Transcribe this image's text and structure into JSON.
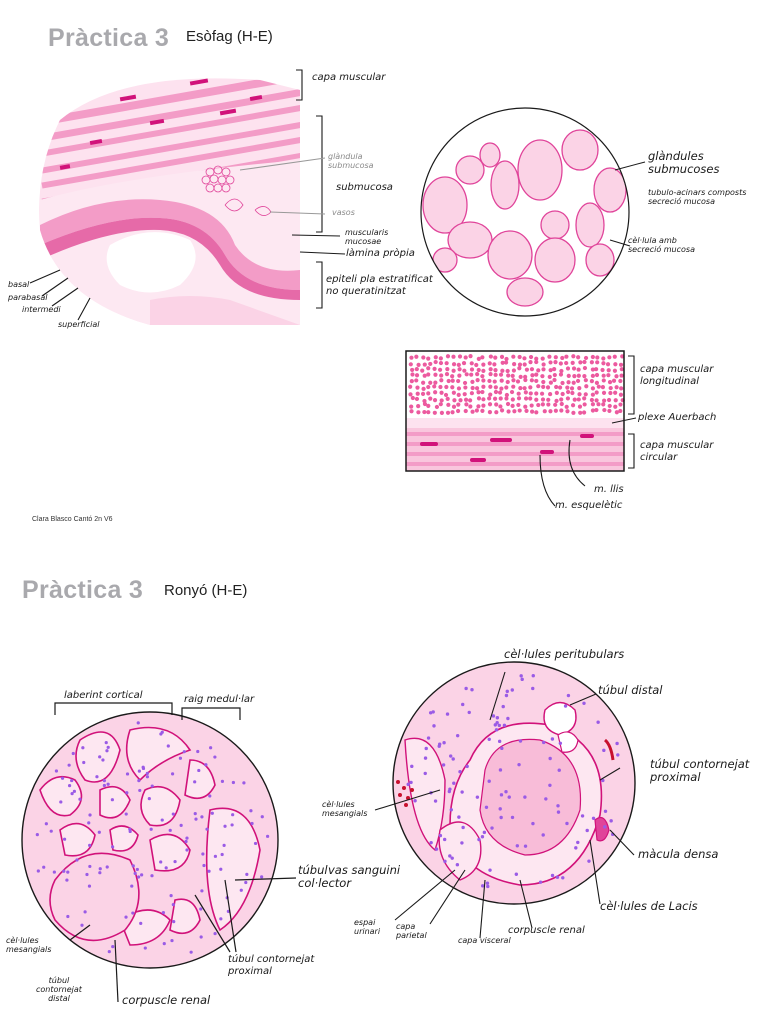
{
  "esofag": {
    "title": "Pràctica 3",
    "subtitle": "Esòfag (H-E)",
    "labels": {
      "capa_muscular": "capa muscular",
      "glandula_submucosa": "glàndula\nsubmucosa",
      "submucosa": "submucosa",
      "vasos": "vasos",
      "muscularis_mucosae": "muscularis\nmucosae",
      "lamina_propia": "làmina pròpia",
      "epiteli": "epiteli pla estratificat\nno queratinitzat",
      "basal": "basal",
      "parabasal": "parabasal",
      "intermedi": "intermedi",
      "superficial": "superficial",
      "glandules_submucoses": "glàndules\nsubmucoses",
      "tubulo_acinars": "tubulo-acinars composts\nsecreció mucosa",
      "cellula_secrecio": "cèl·lula amb\nsecreció mucosa",
      "capa_muscular_longitudinal": "capa muscular\nlongitudinal",
      "plexe_auerbach": "plexe Auerbach",
      "capa_muscular_circular": "capa muscular\ncircular",
      "m_llis": "m. llis",
      "m_esqueletic": "m. esquelètic"
    },
    "credit": "Clara Blasco Cantó 2n V6"
  },
  "ronyo": {
    "title": "Pràctica 3",
    "subtitle": "Ronyó (H-E)",
    "labels": {
      "laberint_cortical": "laberint cortical",
      "raig_medullar": "raig medul·lar",
      "tubul_col_lector": "túbul col·lector",
      "tubul_contornejat_proximal_left": "túbul contornejat\nproximal",
      "corpuscle_renal_left": "corpuscle renal",
      "cellules_mesangials_left": "cèl·lules\nmesangials",
      "tubul_contornejat_distal": "túbul\ncontornejat\ndistal",
      "cellules_peritubulars": "cèl·lules peritubulars",
      "tubul_distal": "túbul distal",
      "tubul_contornejat_proximal_right": "túbul contornejat\nproximal",
      "macula_densa": "màcula densa",
      "cellules_de_lacis": "cèl·lules de Lacis",
      "corpuscle_renal_right": "corpuscle renal",
      "vas_sanguini": "vas sanguini",
      "cellules_mesangials_right": "cèl·lules\nmesangials",
      "espai_urinari": "espai\nurinari",
      "capa_parietal": "capa\nparietal",
      "capa_visceral": "capa visceral"
    }
  },
  "colors": {
    "pink_light": "#fbd3e6",
    "pink_mid": "#f39cc7",
    "pink_dark": "#e0449a",
    "magenta": "#d1127a",
    "red": "#c8102e",
    "purple": "#8f3fd9"
  }
}
